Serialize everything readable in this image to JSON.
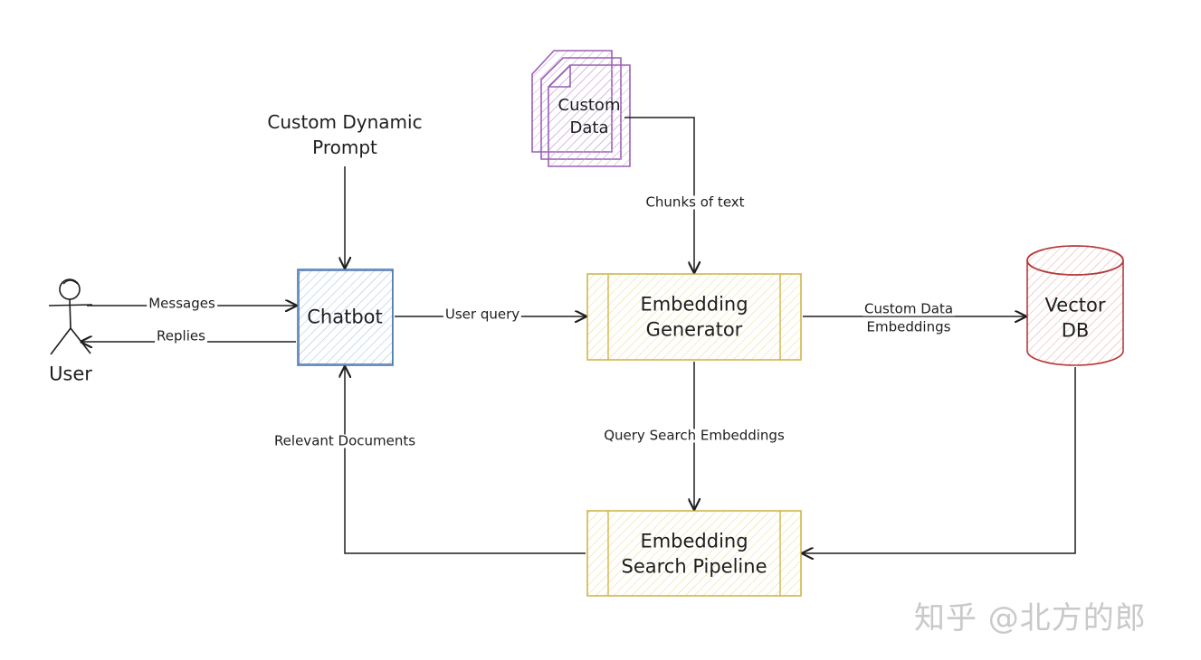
{
  "diagram": {
    "colors": {
      "ink": "#1e1e1e",
      "chatbot_stroke": "#4a78b0",
      "chatbot_fill": "#dbe7f6",
      "generator_stroke": "#d1b54a",
      "generator_fill": "#fbf2c7",
      "vector_stroke": "#b53a3a",
      "vector_fill": "#f6dede",
      "data_stroke": "#9a5fb4",
      "data_fill": "#ead9f2"
    },
    "nodes": {
      "user": {
        "label": "User",
        "icon": "stick-figure-icon"
      },
      "custom_prompt": {
        "line1": "Custom Dynamic",
        "line2": "Prompt"
      },
      "custom_data": {
        "line1": "Custom",
        "line2": "Data",
        "icon": "documents-stack-icon"
      },
      "chatbot": {
        "label": "Chatbot"
      },
      "embedding_generator": {
        "line1": "Embedding",
        "line2": "Generator"
      },
      "vector_db": {
        "line1": "Vector",
        "line2": "DB",
        "icon": "database-cylinder-icon"
      },
      "search_pipeline": {
        "line1": "Embedding",
        "line2": "Search Pipeline"
      }
    },
    "edges": {
      "messages": "Messages",
      "replies": "Replies",
      "user_query": "User query",
      "chunks_of_text": "Chunks of text",
      "custom_data_embeddings_1": "Custom Data",
      "custom_data_embeddings_2": "Embeddings",
      "query_search_embeddings": "Query Search Embeddings",
      "relevant_documents": "Relevant Documents"
    },
    "watermark": "知乎 @北方的郎"
  }
}
